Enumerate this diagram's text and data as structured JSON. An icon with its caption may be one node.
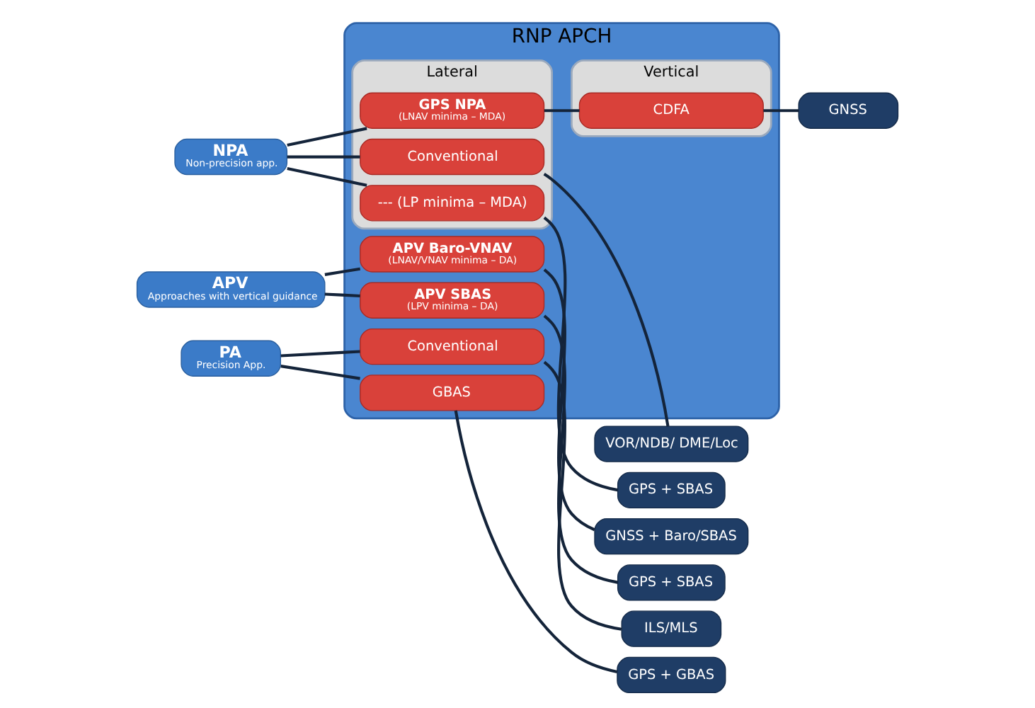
{
  "diagram": {
    "nodes": [
      {
        "text": [
          "RNP APCH"
        ]
      },
      {
        "text": [
          "Lateral"
        ],
        "in": 0
      },
      {
        "text": [
          "Vertical"
        ],
        "in": 0
      },
      {
        "text": [
          "NPA",
          "Non-precision app."
        ]
      },
      {
        "text": [
          "Conventional"
        ],
        "in": 1
      },
      {
        "text": [
          "GPS NPA",
          "(LNAV minima – MDA)"
        ],
        "in": 1
      },
      {
        "text": [
          "--- (LP minima – MDA)"
        ],
        "in": 1
      },
      {
        "text": [
          "CDFA"
        ],
        "in": 2
      },
      {
        "text": [
          "VOR/NDB/ DME/Loc"
        ]
      },
      {
        "text": [
          "GNSS"
        ]
      },
      {
        "text": [
          "GPS + SBAS"
        ]
      },
      {
        "text": [
          "APV",
          "Approaches with vertical guidance"
        ]
      },
      {
        "text": [
          "APV Baro-VNAV",
          "(LNAV/VNAV minima – DA)"
        ],
        "in": 0
      },
      {
        "text": [
          "APV SBAS",
          "(LPV minima – DA)"
        ],
        "in": 0
      },
      {
        "text": [
          "GNSS + Baro/SBAS"
        ]
      },
      {
        "text": [
          "GPS + SBAS"
        ]
      },
      {
        "text": [
          "PA",
          "Precision App."
        ]
      },
      {
        "text": [
          "Conventional"
        ],
        "in": 0
      },
      {
        "text": [
          "GBAS"
        ],
        "in": 0
      },
      {
        "text": [
          "ILS/MLS"
        ]
      },
      {
        "text": [
          "GPS + GBAS"
        ]
      }
    ],
    "edges": [
      {
        "from": 3,
        "to": 4,
        "arrow": "none"
      },
      {
        "from": 3,
        "to": 5,
        "arrow": "none"
      },
      {
        "from": 3,
        "to": 6,
        "arrow": "none"
      },
      {
        "from": 4,
        "to": 8,
        "arrow": "none"
      },
      {
        "from": 5,
        "to": 7,
        "arrow": "none"
      },
      {
        "from": 7,
        "to": 9,
        "arrow": "none"
      },
      {
        "from": 6,
        "to": 10,
        "arrow": "none"
      },
      {
        "from": 11,
        "to": 12,
        "arrow": "none"
      },
      {
        "from": 11,
        "to": 13,
        "arrow": "none"
      },
      {
        "from": 12,
        "to": 14,
        "arrow": "none"
      },
      {
        "from": 13,
        "to": 15,
        "arrow": "none"
      },
      {
        "from": 16,
        "to": 17,
        "arrow": "none"
      },
      {
        "from": 16,
        "to": 18,
        "arrow": "none"
      },
      {
        "from": 17,
        "to": 19,
        "arrow": "none"
      },
      {
        "from": 18,
        "to": 20,
        "arrow": "none"
      }
    ]
  }
}
